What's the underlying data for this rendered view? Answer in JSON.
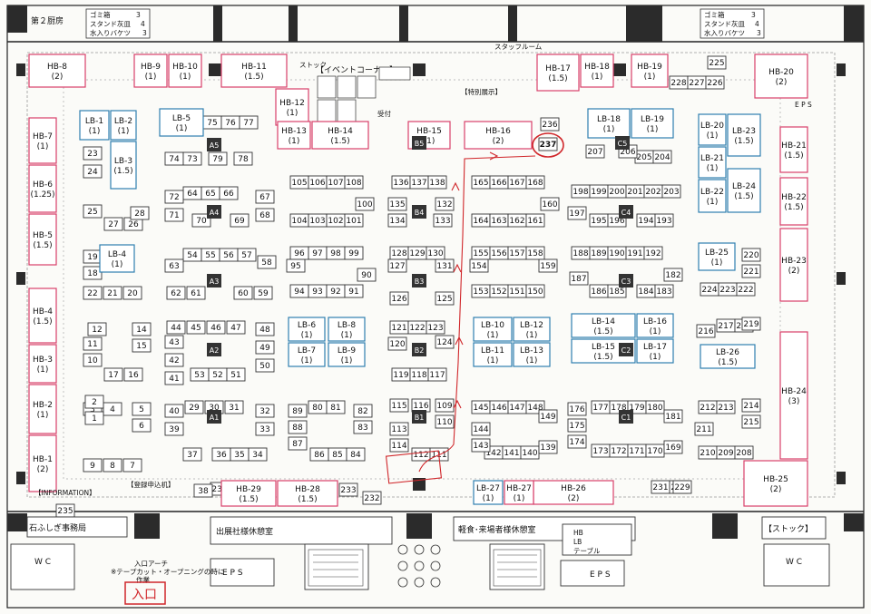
{
  "top_left_room": "第２厨房",
  "legend_left": {
    "items": [
      "ゴミ箱",
      "スタンド灰皿",
      "水入りバケツ"
    ],
    "counts": [
      "3",
      "4",
      "3"
    ]
  },
  "legend_right": {
    "items": [
      "ゴミ箱",
      "スタンド灰皿",
      "水入りバケツ"
    ],
    "counts": [
      "3",
      "4",
      "3"
    ]
  },
  "staff_room": "スタッフルーム",
  "event_corner": "【イベントコーナー】",
  "special_exhibit": "【特別展示】",
  "reception": "受付",
  "stock": "ストック",
  "stock_bottom": "【ストック】",
  "eps": "E P S",
  "wc": "W C",
  "information": "【INFORMATION】",
  "register": "【登録申込机】",
  "office": "石ふしぎ事務局",
  "exhibitor_rest": "出展社様休憩室",
  "visitor_rest": "軽食･来場者様休憩室",
  "entrance_arch": "入口アーチ",
  "entrance_note1": "※テープカット・オープニングの時に",
  "entrance_note2": "作業",
  "entrance_mark": "入口",
  "legend_box": {
    "hb": "HB",
    "lb": "LB",
    "table": "テーブル"
  },
  "hb_booths": [
    {
      "id": "HB-1",
      "size": "(2)"
    },
    {
      "id": "HB-2",
      "size": "(1)"
    },
    {
      "id": "HB-3",
      "size": "(1)"
    },
    {
      "id": "HB-4",
      "size": "(1.5)"
    },
    {
      "id": "HB-5",
      "size": "(1.5)"
    },
    {
      "id": "HB-6",
      "size": "(1.25)"
    },
    {
      "id": "HB-7",
      "size": "(1)"
    },
    {
      "id": "HB-8",
      "size": "(2)"
    },
    {
      "id": "HB-9",
      "size": "(1)"
    },
    {
      "id": "HB-10",
      "size": "(1)"
    },
    {
      "id": "HB-11",
      "size": "(1.5)"
    },
    {
      "id": "HB-12",
      "size": "(1)"
    },
    {
      "id": "HB-13",
      "size": "(1)"
    },
    {
      "id": "HB-14",
      "size": "(1.5)"
    },
    {
      "id": "HB-15",
      "size": "(1)"
    },
    {
      "id": "HB-16",
      "size": "(2)"
    },
    {
      "id": "HB-17",
      "size": "(1.5)"
    },
    {
      "id": "HB-18",
      "size": "(1)"
    },
    {
      "id": "HB-19",
      "size": "(1)"
    },
    {
      "id": "HB-20",
      "size": "(2)"
    },
    {
      "id": "HB-21",
      "size": "(1.5)"
    },
    {
      "id": "HB-22",
      "size": "(1.5)"
    },
    {
      "id": "HB-23",
      "size": "(2)"
    },
    {
      "id": "HB-24",
      "size": "(3)"
    },
    {
      "id": "HB-25",
      "size": "(2)"
    },
    {
      "id": "HB-26",
      "size": "(2)"
    },
    {
      "id": "HB-27",
      "size": "(1)"
    },
    {
      "id": "HB-28",
      "size": "(1.5)"
    },
    {
      "id": "HB-29",
      "size": "(1.5)"
    }
  ],
  "lb_booths": [
    {
      "id": "LB-1",
      "size": "(1)"
    },
    {
      "id": "LB-2",
      "size": "(1)"
    },
    {
      "id": "LB-3",
      "size": "(1.5)"
    },
    {
      "id": "LB-4",
      "size": "(1)"
    },
    {
      "id": "LB-5",
      "size": "(1)"
    },
    {
      "id": "LB-6",
      "size": "(1)"
    },
    {
      "id": "LB-7",
      "size": "(1)"
    },
    {
      "id": "LB-8",
      "size": "(1)"
    },
    {
      "id": "LB-9",
      "size": "(1)"
    },
    {
      "id": "LB-10",
      "size": "(1)"
    },
    {
      "id": "LB-11",
      "size": "(1)"
    },
    {
      "id": "LB-12",
      "size": "(1)"
    },
    {
      "id": "LB-13",
      "size": "(1)"
    },
    {
      "id": "LB-14",
      "size": "(1.5)"
    },
    {
      "id": "LB-15",
      "size": "(1.5)"
    },
    {
      "id": "LB-16",
      "size": "(1)"
    },
    {
      "id": "LB-17",
      "size": "(1)"
    },
    {
      "id": "LB-18",
      "size": "(1)"
    },
    {
      "id": "LB-19",
      "size": "(1)"
    },
    {
      "id": "LB-20",
      "size": "(1)"
    },
    {
      "id": "LB-21",
      "size": "(1)"
    },
    {
      "id": "LB-22",
      "size": "(1)"
    },
    {
      "id": "LB-23",
      "size": "(1.5)"
    },
    {
      "id": "LB-24",
      "size": "(1.5)"
    },
    {
      "id": "LB-25",
      "size": "(1)"
    },
    {
      "id": "LB-26",
      "size": "(1.5)"
    },
    {
      "id": "LB-27",
      "size": "(1)"
    }
  ],
  "pillars": [
    "A1",
    "A2",
    "A3",
    "A4",
    "A5",
    "B1",
    "B2",
    "B3",
    "B4",
    "B5",
    "C1",
    "C2",
    "C3",
    "C4",
    "C5"
  ],
  "table_booths": [
    "1",
    "2",
    "3",
    "4",
    "5",
    "6",
    "7",
    "8",
    "9",
    "10",
    "11",
    "12",
    "13",
    "14",
    "15",
    "16",
    "17",
    "18",
    "19",
    "20",
    "21",
    "22",
    "23",
    "24",
    "25",
    "26",
    "27",
    "28",
    "29",
    "30",
    "31",
    "32",
    "33",
    "34",
    "35",
    "36",
    "37",
    "38",
    "39",
    "40",
    "41",
    "42",
    "43",
    "44",
    "45",
    "46",
    "47",
    "48",
    "49",
    "50",
    "51",
    "52",
    "53",
    "54",
    "55",
    "56",
    "57",
    "58",
    "59",
    "60",
    "61",
    "62",
    "63",
    "64",
    "65",
    "66",
    "67",
    "68",
    "69",
    "70",
    "71",
    "72",
    "73",
    "74",
    "75",
    "76",
    "77",
    "78",
    "79",
    "80",
    "81",
    "82",
    "83",
    "84",
    "85",
    "86",
    "87",
    "88",
    "89",
    "90",
    "91",
    "92",
    "93",
    "94",
    "95",
    "96",
    "97",
    "98",
    "99",
    "100",
    "101",
    "102",
    "103",
    "104",
    "105",
    "106",
    "107",
    "108",
    "109",
    "110",
    "111",
    "112",
    "113",
    "114",
    "115",
    "116",
    "117",
    "118",
    "119",
    "120",
    "121",
    "122",
    "123",
    "124",
    "125",
    "126",
    "127",
    "128",
    "129",
    "130",
    "131",
    "132",
    "133",
    "134",
    "135",
    "136",
    "137",
    "138",
    "139",
    "140",
    "141",
    "142",
    "143",
    "144",
    "145",
    "146",
    "147",
    "148",
    "149",
    "150",
    "151",
    "152",
    "153",
    "154",
    "155",
    "156",
    "157",
    "158",
    "159",
    "160",
    "161",
    "162",
    "163",
    "164",
    "165",
    "166",
    "167",
    "168",
    "169",
    "170",
    "171",
    "172",
    "173",
    "174",
    "175",
    "176",
    "177",
    "178",
    "179",
    "180",
    "181",
    "182",
    "183",
    "184",
    "185",
    "186",
    "187",
    "188",
    "189",
    "190",
    "191",
    "192",
    "193",
    "194",
    "195",
    "196",
    "197",
    "198",
    "199",
    "200",
    "201",
    "202",
    "203",
    "204",
    "205",
    "206",
    "207",
    "208",
    "209",
    "210",
    "211",
    "212",
    "213",
    "214",
    "215",
    "216",
    "217",
    "218",
    "219",
    "220",
    "221",
    "222",
    "223",
    "224",
    "225",
    "226",
    "227",
    "228",
    "229",
    "230",
    "231",
    "232",
    "233",
    "234",
    "235",
    "236",
    "237"
  ],
  "circled_booth": "237",
  "colors": {
    "hb_border": "#d8406a",
    "lb_border": "#2f7fb0",
    "route": "#d0262a",
    "teal": "#8fd3cb",
    "pillar": "#333333"
  }
}
